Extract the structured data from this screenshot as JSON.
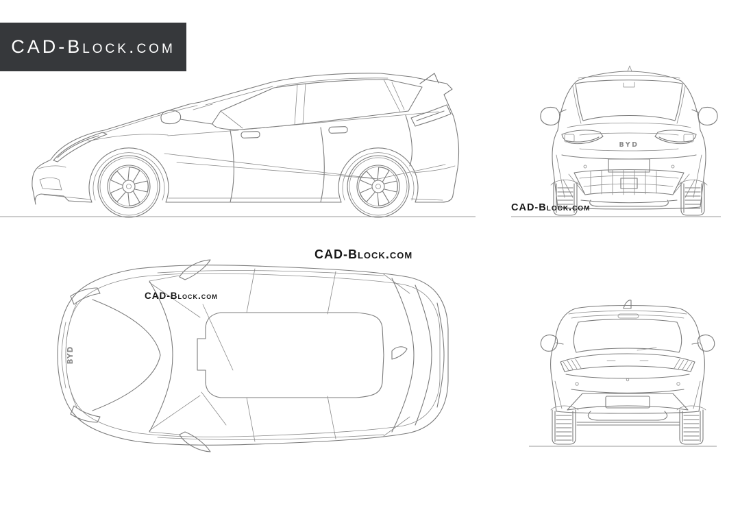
{
  "branding": {
    "logo_text": "CAD-Block.com"
  },
  "watermarks": {
    "above_top_view": "CAD-Block.com",
    "on_top_view": "CAD-Block.com",
    "below_front_view": "CAD-Block.com"
  },
  "vehicle": {
    "make_badge": "BYD"
  },
  "colors": {
    "background": "#ffffff",
    "logo_bg": "#36383b",
    "logo_fg": "#ffffff",
    "line": "#7b7b7b",
    "watermark": "#161616"
  }
}
